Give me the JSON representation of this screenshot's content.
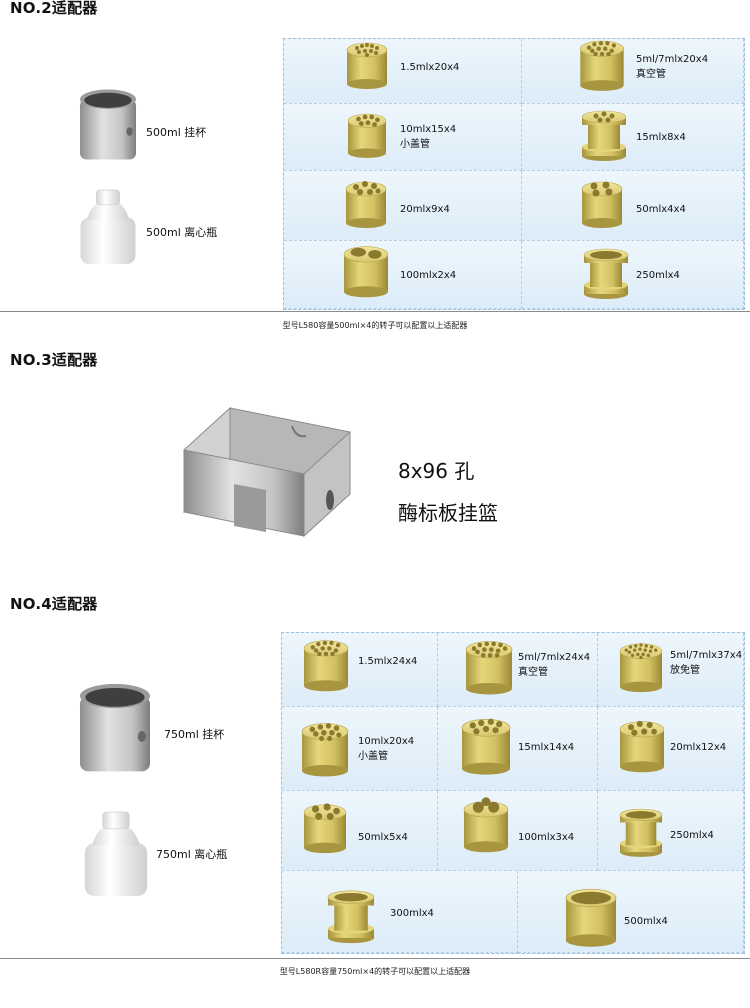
{
  "sections": {
    "no2": {
      "title": "NO.2适配器",
      "left_items": [
        {
          "label": "500ml 挂杯",
          "icon": "steel-cup-icon"
        },
        {
          "label": "500ml 离心瓶",
          "icon": "white-bottle-icon"
        }
      ],
      "adapters": [
        {
          "line1": "1.5mlx20x4",
          "line2": "",
          "icon": "adapter-many-holes-icon"
        },
        {
          "line1": "5ml/7mlx20x4",
          "line2": "真空管",
          "icon": "adapter-many-holes-icon"
        },
        {
          "line1": "10mlx15x4",
          "line2": "小盖管",
          "icon": "adapter-holes-icon"
        },
        {
          "line1": "15mlx8x4",
          "line2": "",
          "icon": "adapter-flanged-icon"
        },
        {
          "line1": "20mlx9x4",
          "line2": "",
          "icon": "adapter-holes-icon"
        },
        {
          "line1": "50mlx4x4",
          "line2": "",
          "icon": "adapter-holes-icon"
        },
        {
          "line1": "100mlx2x4",
          "line2": "",
          "icon": "adapter-two-holes-icon"
        },
        {
          "line1": "250mlx4",
          "line2": "",
          "icon": "adapter-single-flanged-icon"
        }
      ],
      "caption": "型号L580容量500ml×4的转子可以配置以上适配器"
    },
    "no3": {
      "title": "NO.3适配器",
      "line1": "8x96 孔",
      "line2": "酶标板挂篮",
      "icon": "plate-basket-icon"
    },
    "no4": {
      "title": "NO.4适配器",
      "left_items": [
        {
          "label": "750ml 挂杯",
          "icon": "steel-cup-icon"
        },
        {
          "label": "750ml 离心瓶",
          "icon": "white-bottle-icon"
        }
      ],
      "adapters": [
        {
          "line1": "1.5mlx24x4",
          "line2": ""
        },
        {
          "line1": "5ml/7mlx24x4",
          "line2": "真空管"
        },
        {
          "line1": "5ml/7mlx37x4",
          "line2": "放免管"
        },
        {
          "line1": "10mlx20x4",
          "line2": "小盖管"
        },
        {
          "line1": "15mlx14x4",
          "line2": ""
        },
        {
          "line1": "20mlx12x4",
          "line2": ""
        },
        {
          "line1": "50mlx5x4",
          "line2": ""
        },
        {
          "line1": "100mlx3x4",
          "line2": ""
        },
        {
          "line1": "250mlx4",
          "line2": ""
        },
        {
          "line1": "300mlx4",
          "line2": ""
        },
        {
          "line1": "500mlx4",
          "line2": ""
        }
      ],
      "caption": "型号L580R容量750ml×4的转子可以配置以上适配器"
    }
  },
  "colors": {
    "adapter_gold": "#d8c66a",
    "grid_bg": "#e6f2fb",
    "steel": "#c8c8c8"
  }
}
